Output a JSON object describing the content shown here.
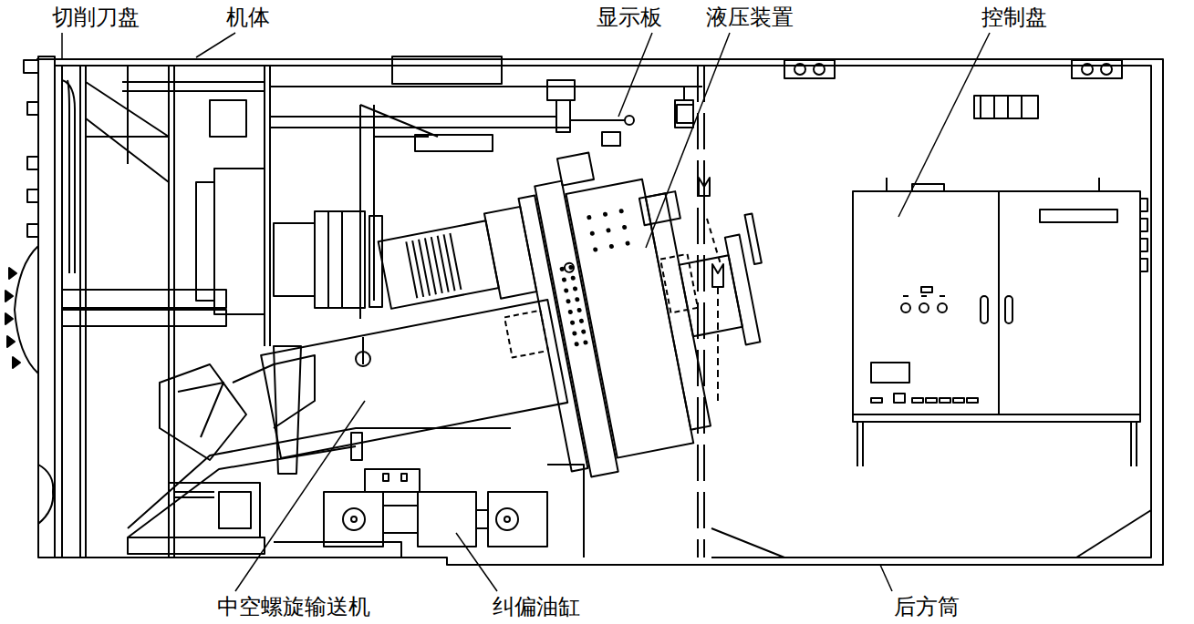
{
  "diagram": {
    "labels": [
      "切削刀盘",
      "机体",
      "显示板",
      "液压装置",
      "控制盘",
      "中空螺旋输送机",
      "纠偏油缸",
      "后方筒"
    ]
  }
}
